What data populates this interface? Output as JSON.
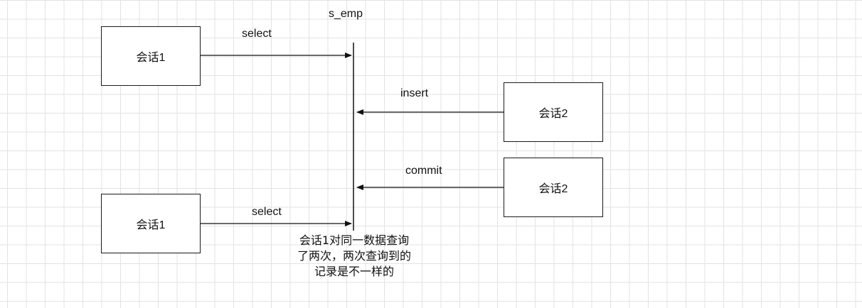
{
  "title": "s_emp",
  "boxes": {
    "session1_top": "会话1",
    "session1_bottom": "会话1",
    "session2_insert": "会话2",
    "session2_commit": "会话2"
  },
  "arrows": {
    "select_top": "select",
    "insert": "insert",
    "commit": "commit",
    "select_bottom": "select"
  },
  "note": "会话1对同一数据查询了两次，两次查询到的记录是不一样的"
}
